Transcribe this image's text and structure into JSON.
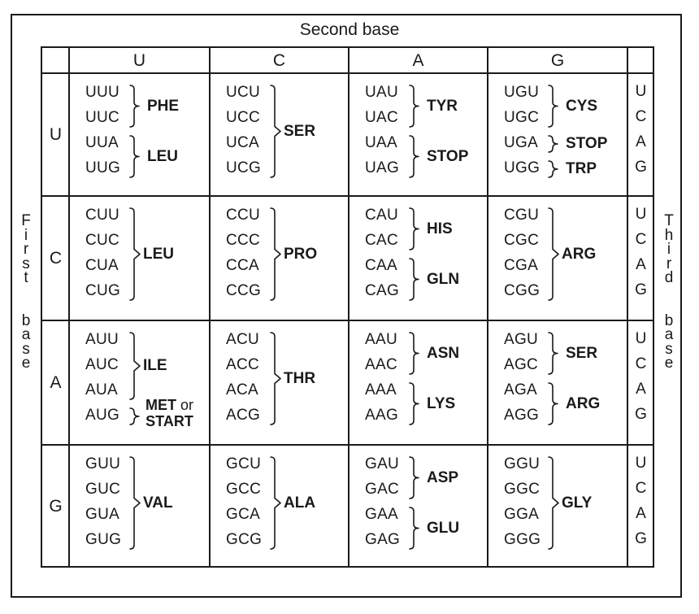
{
  "title": "Second base",
  "first_base_label": "First base",
  "third_base_label": "Third base",
  "second_bases": [
    "U",
    "C",
    "A",
    "G"
  ],
  "first_bases": [
    "U",
    "C",
    "A",
    "G"
  ],
  "third_bases": [
    "U",
    "C",
    "A",
    "G"
  ],
  "blocks": [
    {
      "codons": [
        "UUU",
        "UUC",
        "UUA",
        "UUG"
      ],
      "groups": [
        {
          "span": [
            0,
            1
          ],
          "aa": "PHE"
        },
        {
          "span": [
            2,
            3
          ],
          "aa": "LEU"
        }
      ]
    },
    {
      "codons": [
        "UCU",
        "UCC",
        "UCA",
        "UCG"
      ],
      "groups": [
        {
          "span": [
            0,
            3
          ],
          "aa": "SER"
        }
      ]
    },
    {
      "codons": [
        "UAU",
        "UAC",
        "UAA",
        "UAG"
      ],
      "groups": [
        {
          "span": [
            0,
            1
          ],
          "aa": "TYR"
        },
        {
          "span": [
            2,
            3
          ],
          "aa": "STOP"
        }
      ]
    },
    {
      "codons": [
        "UGU",
        "UGC",
        "UGA",
        "UGG"
      ],
      "groups": [
        {
          "span": [
            0,
            1
          ],
          "aa": "CYS"
        },
        {
          "span": [
            2,
            2
          ],
          "aa": "STOP"
        },
        {
          "span": [
            3,
            3
          ],
          "aa": "TRP"
        }
      ]
    },
    {
      "codons": [
        "CUU",
        "CUC",
        "CUA",
        "CUG"
      ],
      "groups": [
        {
          "span": [
            0,
            3
          ],
          "aa": "LEU"
        }
      ]
    },
    {
      "codons": [
        "CCU",
        "CCC",
        "CCA",
        "CCG"
      ],
      "groups": [
        {
          "span": [
            0,
            3
          ],
          "aa": "PRO"
        }
      ]
    },
    {
      "codons": [
        "CAU",
        "CAC",
        "CAA",
        "CAG"
      ],
      "groups": [
        {
          "span": [
            0,
            1
          ],
          "aa": "HIS"
        },
        {
          "span": [
            2,
            3
          ],
          "aa": "GLN"
        }
      ]
    },
    {
      "codons": [
        "CGU",
        "CGC",
        "CGA",
        "CGG"
      ],
      "groups": [
        {
          "span": [
            0,
            3
          ],
          "aa": "ARG"
        }
      ]
    },
    {
      "codons": [
        "AUU",
        "AUC",
        "AUA",
        "AUG"
      ],
      "groups": [
        {
          "span": [
            0,
            2
          ],
          "aa": "ILE"
        },
        {
          "span": [
            3,
            3
          ],
          "aa": "MET or START"
        }
      ]
    },
    {
      "codons": [
        "ACU",
        "ACC",
        "ACA",
        "ACG"
      ],
      "groups": [
        {
          "span": [
            0,
            3
          ],
          "aa": "THR"
        }
      ]
    },
    {
      "codons": [
        "AAU",
        "AAC",
        "AAA",
        "AAG"
      ],
      "groups": [
        {
          "span": [
            0,
            1
          ],
          "aa": "ASN"
        },
        {
          "span": [
            2,
            3
          ],
          "aa": "LYS"
        }
      ]
    },
    {
      "codons": [
        "AGU",
        "AGC",
        "AGA",
        "AGG"
      ],
      "groups": [
        {
          "span": [
            0,
            1
          ],
          "aa": "SER"
        },
        {
          "span": [
            2,
            3
          ],
          "aa": "ARG"
        }
      ]
    },
    {
      "codons": [
        "GUU",
        "GUC",
        "GUA",
        "GUG"
      ],
      "groups": [
        {
          "span": [
            0,
            3
          ],
          "aa": "VAL"
        }
      ]
    },
    {
      "codons": [
        "GCU",
        "GCC",
        "GCA",
        "GCG"
      ],
      "groups": [
        {
          "span": [
            0,
            3
          ],
          "aa": "ALA"
        }
      ]
    },
    {
      "codons": [
        "GAU",
        "GAC",
        "GAA",
        "GAG"
      ],
      "groups": [
        {
          "span": [
            0,
            1
          ],
          "aa": "ASP"
        },
        {
          "span": [
            2,
            3
          ],
          "aa": "GLU"
        }
      ]
    },
    {
      "codons": [
        "GGU",
        "GGC",
        "GGA",
        "GGG"
      ],
      "groups": [
        {
          "span": [
            0,
            3
          ],
          "aa": "GLY"
        }
      ]
    }
  ]
}
